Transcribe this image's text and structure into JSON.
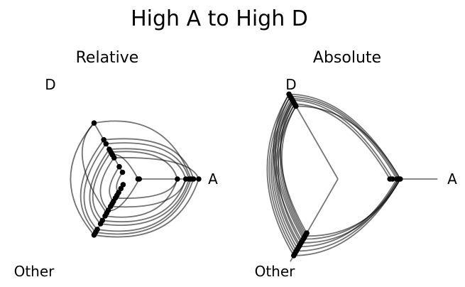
{
  "title": "High A to High D",
  "chart_data": [
    {
      "type": "radial-curves",
      "subtitle": "Relative",
      "axes": [
        "D",
        "A",
        "Other"
      ],
      "series_color": "#000000",
      "points": [
        {
          "axis": "A",
          "r": [
            0.18,
            0.2,
            0.79,
            0.92,
            0.97,
            1.0,
            1.04,
            1.12
          ]
        },
        {
          "axis": "D",
          "r": [
            0.12,
            0.22,
            0.38,
            0.43,
            0.48,
            0.53,
            0.63,
            0.7,
            1.0
          ]
        },
        {
          "axis": "Other",
          "r": [
            0.1,
            0.17,
            0.24,
            0.29,
            0.34,
            0.4,
            0.44,
            0.49,
            0.56,
            0.61,
            0.66,
            0.74,
            0.8,
            0.9,
            0.95,
            1.0
          ]
        }
      ],
      "curves": [
        {
          "from": [
            "Other",
            1.0
          ],
          "to": [
            "D",
            1.0
          ]
        },
        {
          "from": [
            "Other",
            0.95
          ],
          "to": [
            "D",
            0.7
          ]
        },
        {
          "from": [
            "Other",
            0.9
          ],
          "to": [
            "D",
            0.63
          ]
        },
        {
          "from": [
            "Other",
            0.8
          ],
          "to": [
            "D",
            0.53
          ]
        },
        {
          "from": [
            "Other",
            0.74
          ],
          "to": [
            "D",
            0.48
          ]
        },
        {
          "from": [
            "Other",
            0.56
          ],
          "to": [
            "D",
            0.38
          ]
        },
        {
          "from": [
            "Other",
            0.4
          ],
          "to": [
            "D",
            0.22
          ]
        },
        {
          "from": [
            "Other",
            1.0
          ],
          "to": [
            "A",
            1.12
          ]
        },
        {
          "from": [
            "Other",
            0.95
          ],
          "to": [
            "A",
            1.04
          ]
        },
        {
          "from": [
            "Other",
            0.9
          ],
          "to": [
            "A",
            1.0
          ]
        },
        {
          "from": [
            "Other",
            0.8
          ],
          "to": [
            "A",
            0.97
          ]
        },
        {
          "from": [
            "Other",
            0.74
          ],
          "to": [
            "A",
            0.92
          ]
        },
        {
          "from": [
            "Other",
            0.66
          ],
          "to": [
            "A",
            0.79
          ]
        },
        {
          "from": [
            "Other",
            0.56
          ],
          "to": [
            "A",
            0.2
          ]
        },
        {
          "from": [
            "A",
            1.0
          ],
          "to": [
            "D",
            1.0
          ]
        },
        {
          "from": [
            "A",
            1.04
          ],
          "to": [
            "D",
            0.7
          ]
        },
        {
          "from": [
            "A",
            0.97
          ],
          "to": [
            "D",
            0.63
          ]
        },
        {
          "from": [
            "A",
            0.92
          ],
          "to": [
            "D",
            0.53
          ]
        },
        {
          "from": [
            "A",
            0.79
          ],
          "to": [
            "D",
            0.48
          ]
        },
        {
          "from": [
            "A",
            0.18
          ],
          "to": [
            "D",
            0.43
          ]
        },
        {
          "from": [
            "A",
            1.12
          ],
          "to": [
            "D",
            0.38
          ]
        },
        {
          "from": [
            "Other",
            0.49
          ],
          "to": [
            "A",
            0.92
          ]
        },
        {
          "from": [
            "Other",
            0.34
          ],
          "to": [
            "A",
            0.79
          ]
        },
        {
          "from": [
            "Other",
            0.24
          ],
          "to": [
            "D",
            0.12
          ]
        },
        {
          "from": [
            "Other",
            0.61
          ],
          "to": [
            "D",
            1.0
          ]
        }
      ]
    },
    {
      "type": "radial-curves",
      "subtitle": "Absolute",
      "axes": [
        "D",
        "A",
        "Other"
      ],
      "series_color": "#000000",
      "points": [
        {
          "axis": "A",
          "r": [
            0.6,
            0.63,
            0.68,
            0.7,
            0.72
          ]
        },
        {
          "axis": "D",
          "r": [
            0.97,
            1.0,
            1.03,
            1.05,
            1.07,
            1.1,
            1.13
          ]
        },
        {
          "axis": "Other",
          "r": [
            0.72,
            0.74,
            0.76,
            0.78,
            0.8,
            0.83,
            0.85,
            0.88,
            0.9,
            0.93,
            0.96,
            0.99,
            1.02
          ]
        }
      ],
      "curves": [
        {
          "from": [
            "Other",
            1.02
          ],
          "to": [
            "D",
            1.13
          ]
        },
        {
          "from": [
            "Other",
            0.99
          ],
          "to": [
            "D",
            1.1
          ]
        },
        {
          "from": [
            "Other",
            0.96
          ],
          "to": [
            "D",
            1.07
          ]
        },
        {
          "from": [
            "Other",
            0.93
          ],
          "to": [
            "D",
            1.05
          ]
        },
        {
          "from": [
            "Other",
            0.9
          ],
          "to": [
            "D",
            1.03
          ]
        },
        {
          "from": [
            "Other",
            0.88
          ],
          "to": [
            "D",
            1.0
          ]
        },
        {
          "from": [
            "Other",
            0.85
          ],
          "to": [
            "D",
            0.97
          ]
        },
        {
          "from": [
            "Other",
            0.83
          ],
          "to": [
            "D",
            1.13
          ]
        },
        {
          "from": [
            "Other",
            0.8
          ],
          "to": [
            "D",
            1.1
          ]
        },
        {
          "from": [
            "Other",
            0.78
          ],
          "to": [
            "D",
            1.05
          ]
        },
        {
          "from": [
            "Other",
            0.76
          ],
          "to": [
            "D",
            1.0
          ]
        },
        {
          "from": [
            "Other",
            0.74
          ],
          "to": [
            "D",
            0.97
          ]
        },
        {
          "from": [
            "Other",
            0.72
          ],
          "to": [
            "D",
            1.03
          ]
        },
        {
          "from": [
            "Other",
            1.02
          ],
          "to": [
            "A",
            0.72
          ]
        },
        {
          "from": [
            "Other",
            0.96
          ],
          "to": [
            "A",
            0.7
          ]
        },
        {
          "from": [
            "Other",
            0.9
          ],
          "to": [
            "A",
            0.68
          ]
        },
        {
          "from": [
            "Other",
            0.85
          ],
          "to": [
            "A",
            0.72
          ]
        },
        {
          "from": [
            "Other",
            0.8
          ],
          "to": [
            "A",
            0.7
          ]
        },
        {
          "from": [
            "Other",
            0.76
          ],
          "to": [
            "A",
            0.72
          ]
        },
        {
          "from": [
            "A",
            0.72
          ],
          "to": [
            "D",
            1.13
          ]
        },
        {
          "from": [
            "A",
            0.7
          ],
          "to": [
            "D",
            1.1
          ]
        },
        {
          "from": [
            "A",
            0.68
          ],
          "to": [
            "D",
            1.07
          ]
        },
        {
          "from": [
            "A",
            0.63
          ],
          "to": [
            "D",
            1.05
          ]
        },
        {
          "from": [
            "A",
            0.6
          ],
          "to": [
            "D",
            1.0
          ]
        },
        {
          "from": [
            "A",
            0.72
          ],
          "to": [
            "D",
            0.97
          ]
        }
      ]
    }
  ]
}
